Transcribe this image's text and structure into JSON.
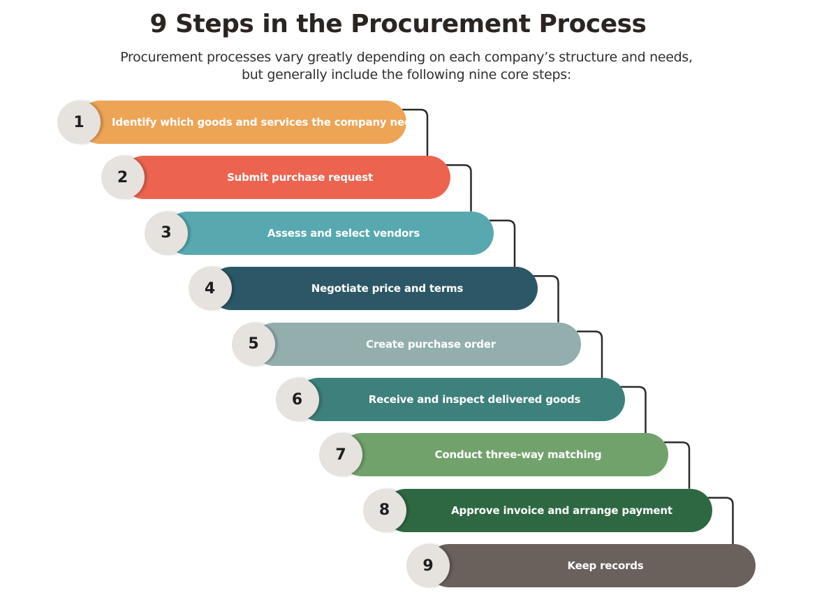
{
  "header": {
    "title": "9 Steps in the Procurement Process",
    "subtitle_line1": "Procurement processes vary greatly depending on each company’s structure and needs,",
    "subtitle_line2": "but generally include the following nine core steps:"
  },
  "colors": {
    "connector": "#2a2a2a",
    "badge": "#e6e2de"
  },
  "steps": [
    {
      "number": "1",
      "label": "Identify which goods and services the company needs",
      "color": "#eda455"
    },
    {
      "number": "2",
      "label": "Submit purchase request",
      "color": "#ec6450"
    },
    {
      "number": "3",
      "label": "Assess and select vendors",
      "color": "#58a8b0"
    },
    {
      "number": "4",
      "label": "Negotiate price and terms",
      "color": "#2c5766"
    },
    {
      "number": "5",
      "label": "Create purchase order",
      "color": "#92afae"
    },
    {
      "number": "6",
      "label": "Receive and inspect delivered goods",
      "color": "#3e807b"
    },
    {
      "number": "7",
      "label": "Conduct three-way matching",
      "color": "#72a26c"
    },
    {
      "number": "8",
      "label": "Approve invoice and arrange payment",
      "color": "#2e6843"
    },
    {
      "number": "9",
      "label": "Keep records",
      "color": "#6a605c"
    }
  ]
}
